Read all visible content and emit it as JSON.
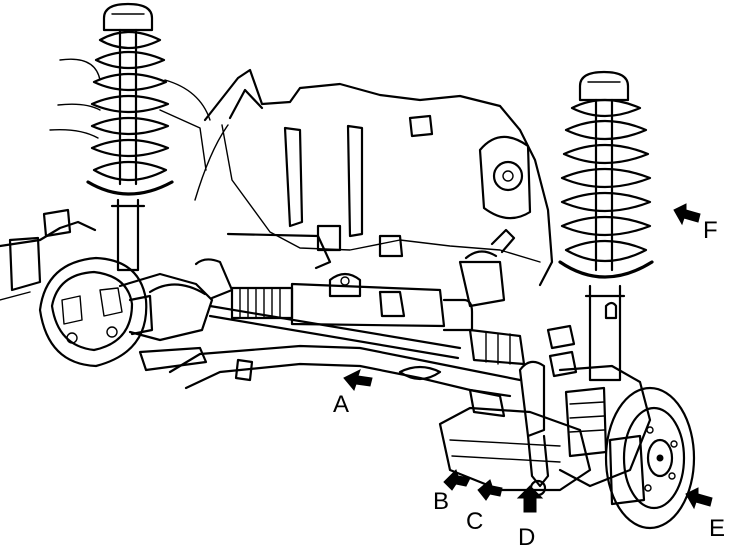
{
  "figure": {
    "callouts": [
      {
        "id": "A",
        "label": "A"
      },
      {
        "id": "B",
        "label": "B"
      },
      {
        "id": "C",
        "label": "C"
      },
      {
        "id": "D",
        "label": "D"
      },
      {
        "id": "E",
        "label": "E"
      },
      {
        "id": "F",
        "label": "F"
      }
    ]
  }
}
